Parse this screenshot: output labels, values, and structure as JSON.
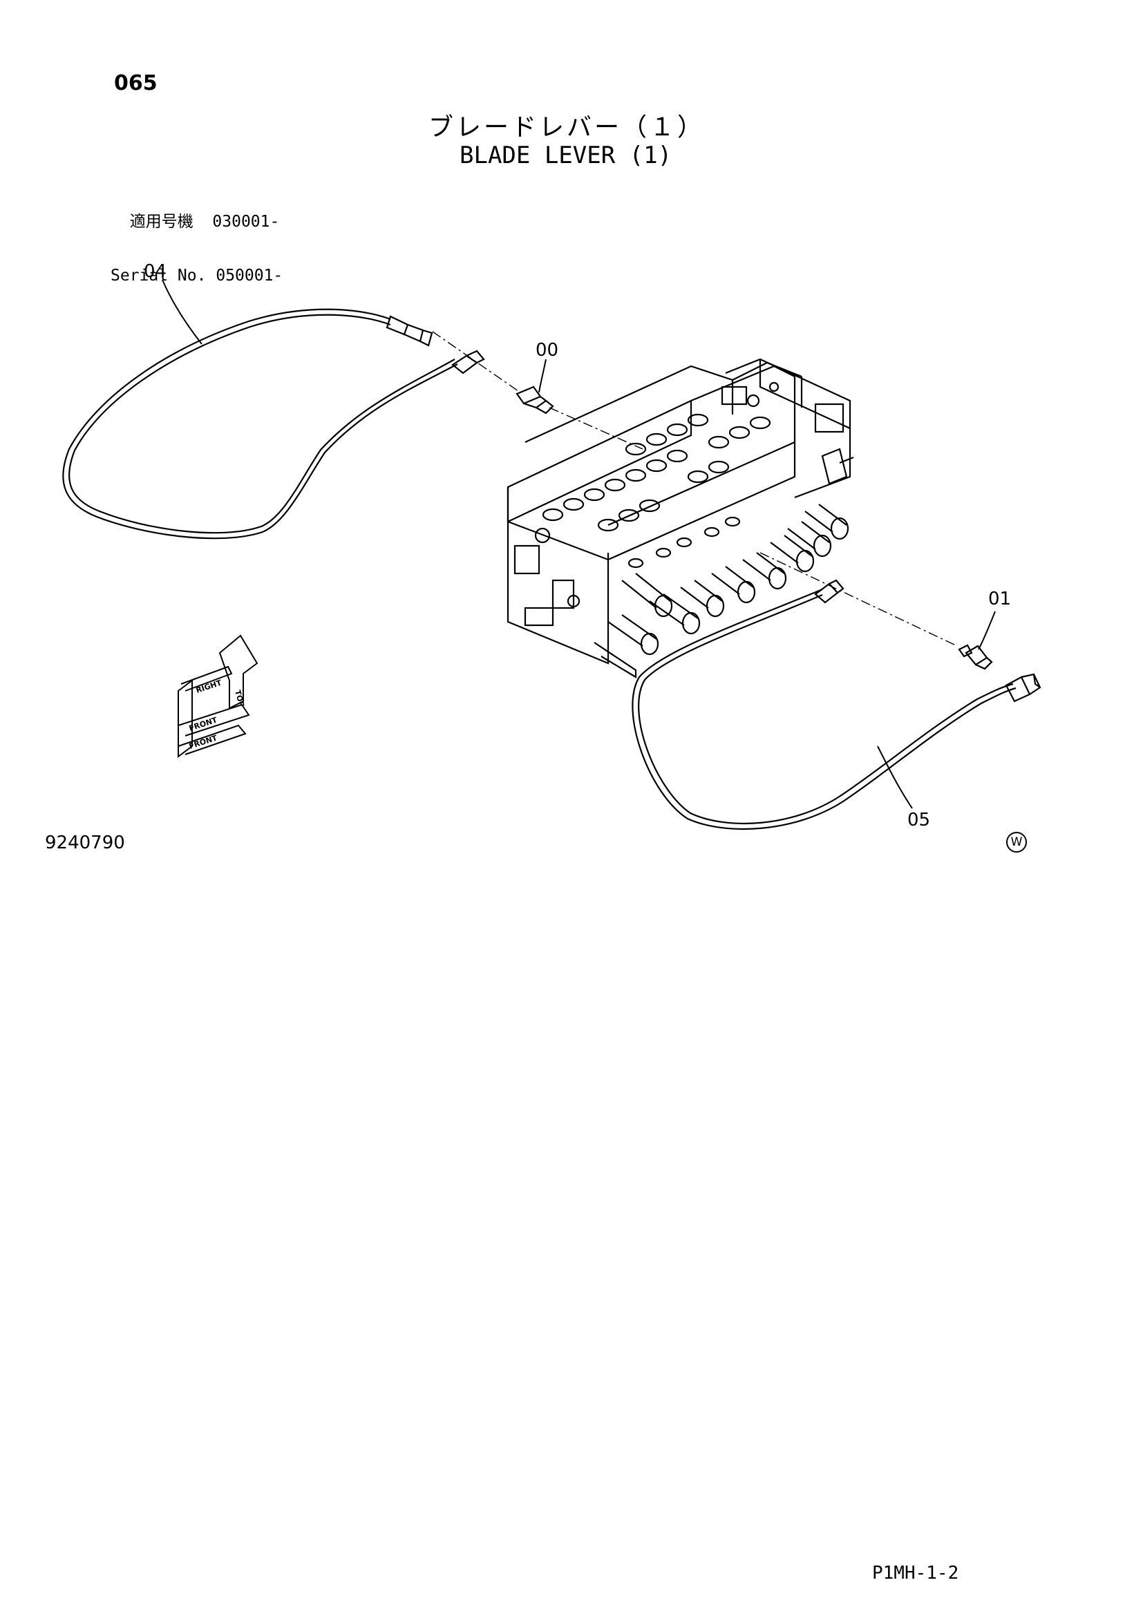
{
  "page_number": "065",
  "title_jp": "ブレードレバー（１）",
  "title_en": "BLADE LEVER (1)",
  "serial": {
    "jp_label": "適用号機",
    "jp_value": "030001-",
    "en_label": "Serial No.",
    "en_value": "050001-"
  },
  "callouts": [
    "04",
    "00",
    "01",
    "05"
  ],
  "orientation": [
    "RIGHT",
    "TOP",
    "FRONT"
  ],
  "drawing_number": "9240790",
  "w_mark": "W",
  "page_ref": "P1MH-1-2"
}
